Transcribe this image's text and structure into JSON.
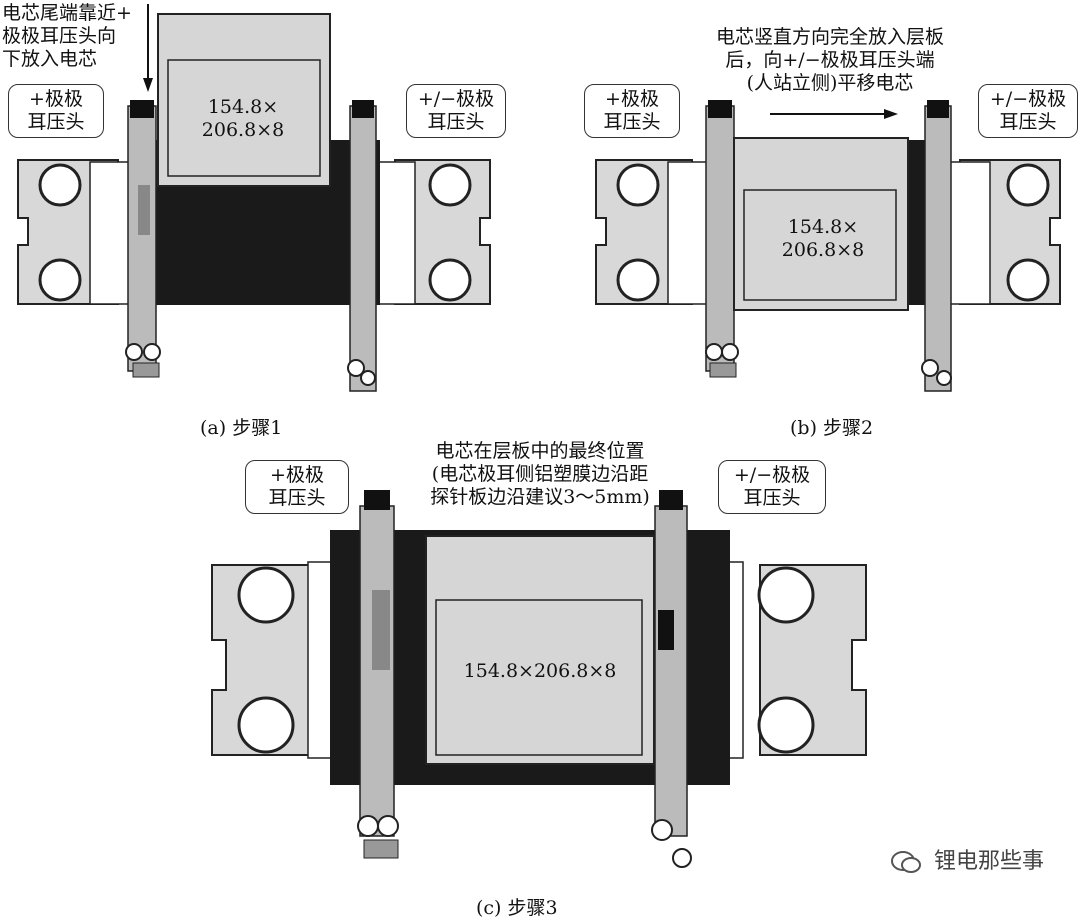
{
  "panels": [
    {
      "caption": "(a) 步骤1",
      "note_lines": [
        "电芯尾端靠近+",
        "极极耳压头向",
        "下放入电芯"
      ],
      "left_callout": [
        "+极极",
        "耳压头"
      ],
      "right_callout": [
        "+/−极极",
        "耳压头"
      ],
      "cell_lines": [
        "154.8×",
        "206.8×8"
      ]
    },
    {
      "caption": "(b) 步骤2",
      "note_lines": [
        "电芯竖直方向完全放入层板",
        "后，向+/−极极耳压头端",
        "(人站立侧)平移电芯"
      ],
      "left_callout": [
        "+极极",
        "耳压头"
      ],
      "right_callout": [
        "+/−极极",
        "耳压头"
      ],
      "cell_lines": [
        "154.8×",
        "206.8×8"
      ]
    },
    {
      "caption": "(c) 步骤3",
      "note_lines": [
        "电芯在层板中的最终位置",
        "(电芯极耳侧铝塑膜边沿距",
        "探针板边沿建议3～5mm)"
      ],
      "left_callout": [
        "+极极",
        "耳压头"
      ],
      "right_callout": [
        "+/−极极",
        "耳压头"
      ],
      "cell_lines": [
        "154.8×206.8×8"
      ]
    }
  ],
  "watermark": "锂电那些事"
}
